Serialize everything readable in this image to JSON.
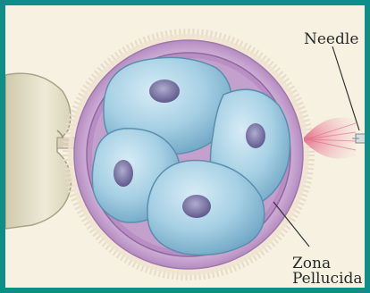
{
  "labels": {
    "needle": "Needle",
    "zona_line1": "Zona",
    "zona_line2": "Pellucida"
  },
  "colors": {
    "border": "#0e8e86",
    "background": "#f6f1e1",
    "zona": "#c9a8d2",
    "cell": "#9ecbe0",
    "nucleus": "#6f6a9a",
    "pipette": "#e7e3cf",
    "spray": "#e9869a"
  }
}
